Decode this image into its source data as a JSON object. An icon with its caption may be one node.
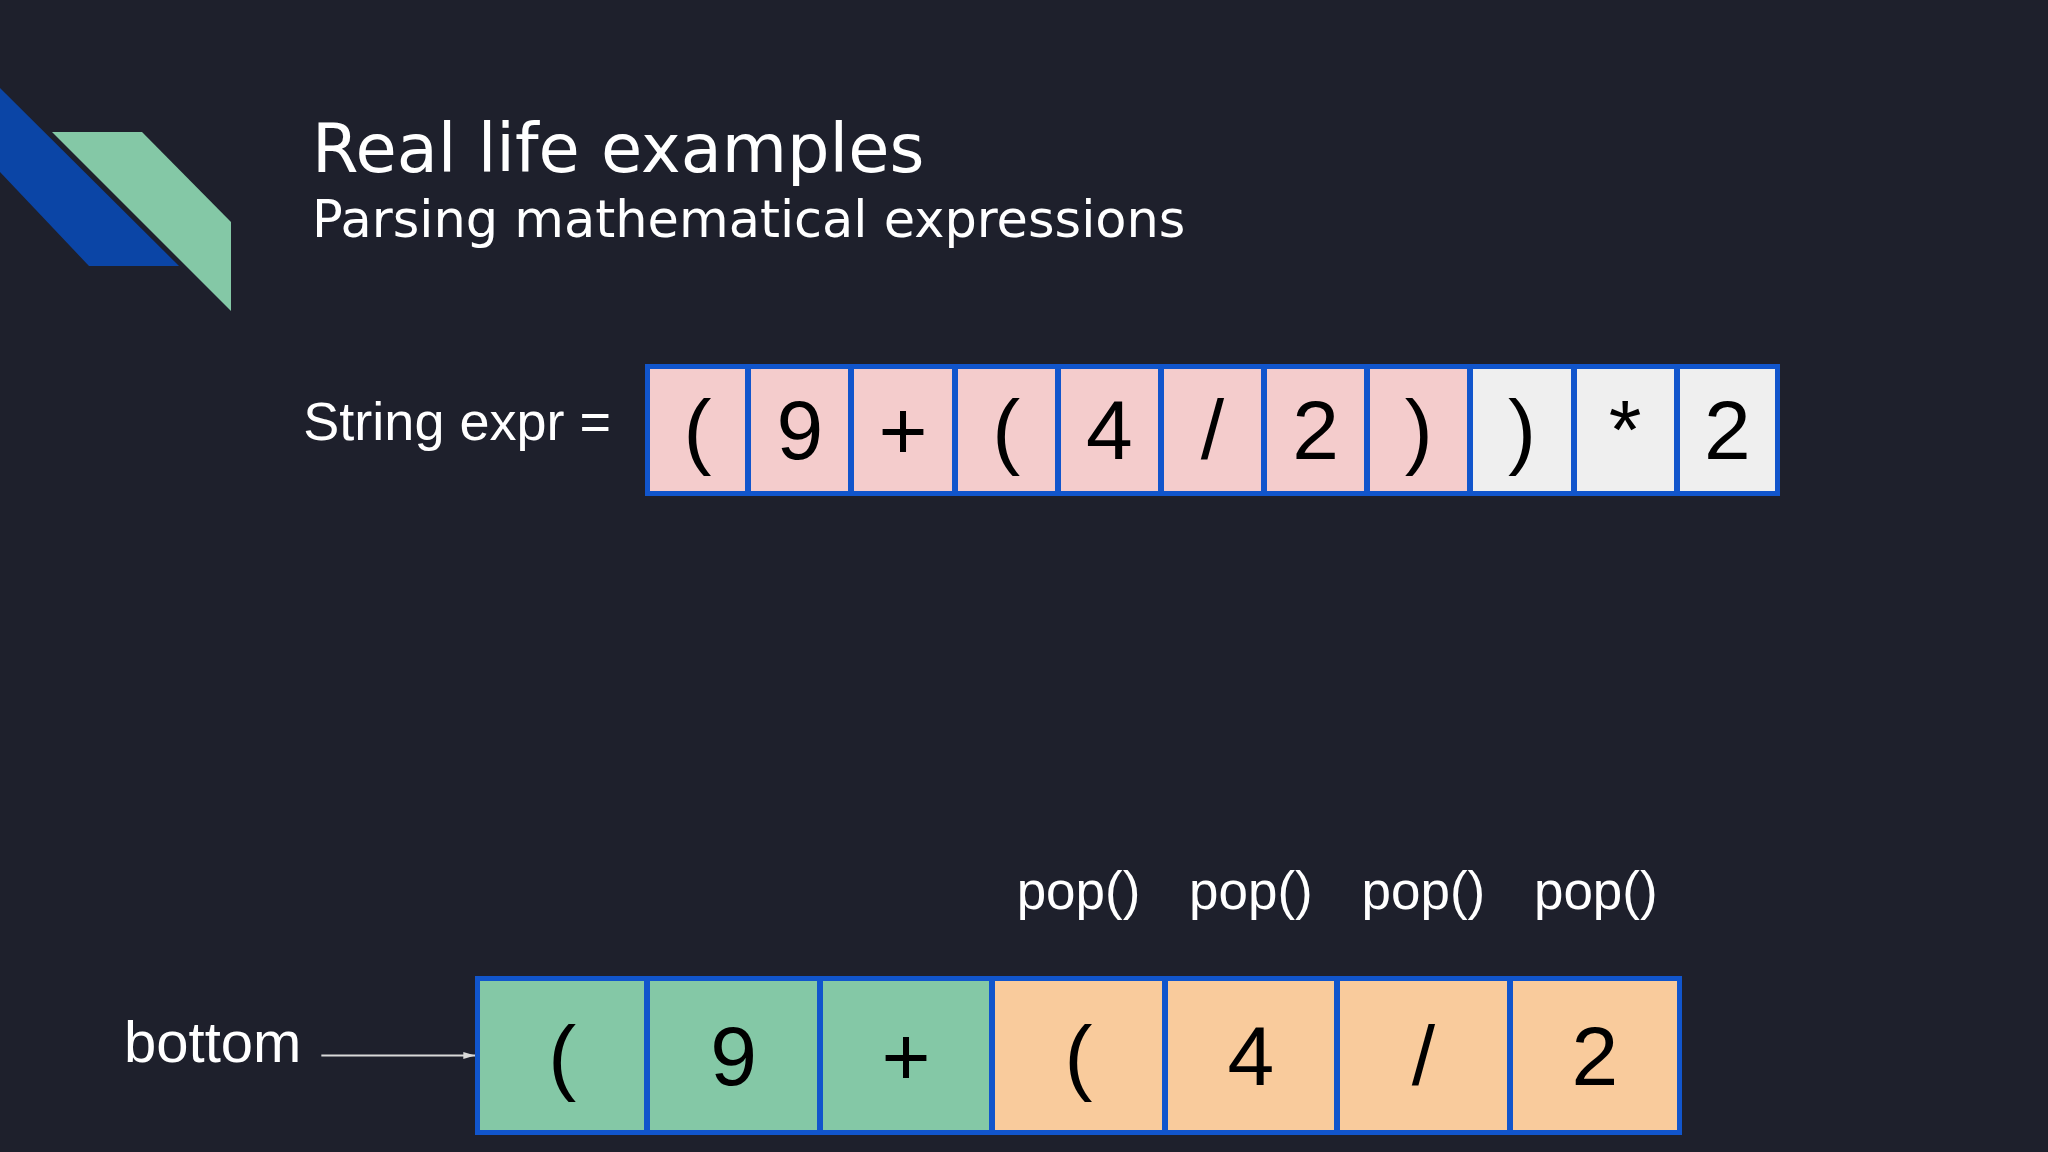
{
  "diagram": {
    "title": "Real life examples",
    "nodes": [
      {
        "text": [
          "("
        ]
      },
      {
        "text": [
          "9"
        ]
      },
      {
        "text": [
          "+"
        ]
      },
      {
        "text": [
          "("
        ]
      },
      {
        "text": [
          "4"
        ]
      },
      {
        "text": [
          "/"
        ]
      },
      {
        "text": [
          "2"
        ]
      },
      {
        "text": [
          ")"
        ]
      },
      {
        "text": [
          ")"
        ]
      },
      {
        "text": [
          "*"
        ]
      },
      {
        "text": [
          "2"
        ]
      },
      {
        "text": [
          "bottom"
        ]
      },
      {
        "text": [
          "("
        ]
      },
      {
        "text": [
          "9"
        ]
      },
      {
        "text": [
          "+"
        ]
      },
      {
        "text": [
          "("
        ]
      },
      {
        "text": [
          "4"
        ]
      },
      {
        "text": [
          "/"
        ]
      },
      {
        "text": [
          "2"
        ]
      }
    ],
    "edges": [
      {
        "from": 11,
        "to": 12,
        "arrow": "to"
      }
    ],
    "labels": [
      "Parsing mathematical expressions",
      "String expr =",
      "pop()",
      "pop()",
      "pop()",
      "pop()"
    ]
  }
}
